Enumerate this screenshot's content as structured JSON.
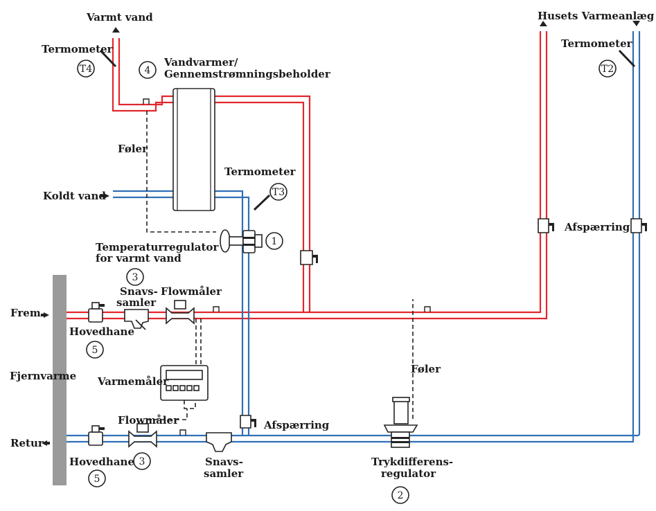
{
  "labels": {
    "varmt_vand": "Varmt vand",
    "husets_varmeanlaeg": "Husets Varmeanlæg",
    "termometer_t4": "Termometer",
    "termometer_t2": "Termometer",
    "termometer_t3": "Termometer",
    "vandvarmer_line1": "Vandvarmer/",
    "vandvarmer_line2": "Gennemstrømningsbeholder",
    "foler_left": "Føler",
    "foler_right": "Føler",
    "koldt_vand": "Koldt vand",
    "temperaturregulator_line1": "Temperaturregulator",
    "temperaturregulator_line2": "for varmt vand",
    "afspaerring_right": "Afspærring",
    "afspaerring_mid": "Afspærring",
    "snavssamler_top_line1": "Snavs-",
    "snavssamler_top_line2": "samler",
    "flowmaaler_top": "Flowmåler",
    "frem": "Frem",
    "hovedhane_top": "Hovedhane",
    "fjernvarme": "Fjernvarme",
    "varmemaaler": "Varmemåler",
    "flowmaaler_bottom": "Flowmåler",
    "retur": "Retur",
    "hovedhane_bottom": "Hovedhane",
    "snavssamler_bottom_line1": "Snavs-",
    "snavssamler_bottom_line2": "samler",
    "trykdifferens_line1": "Trykdifferens-",
    "trykdifferens_line2": "regulator"
  },
  "markers": {
    "t4": "T4",
    "t2": "T2",
    "t3": "T3",
    "n1": "1",
    "n2": "2",
    "n3_top": "3",
    "n3_bottom": "3",
    "n4": "4",
    "n5_top": "5",
    "n5_bottom": "5"
  },
  "colors": {
    "supply": "#e2272d",
    "return": "#2f6fb6",
    "district_bar": "#9a9a9a"
  }
}
